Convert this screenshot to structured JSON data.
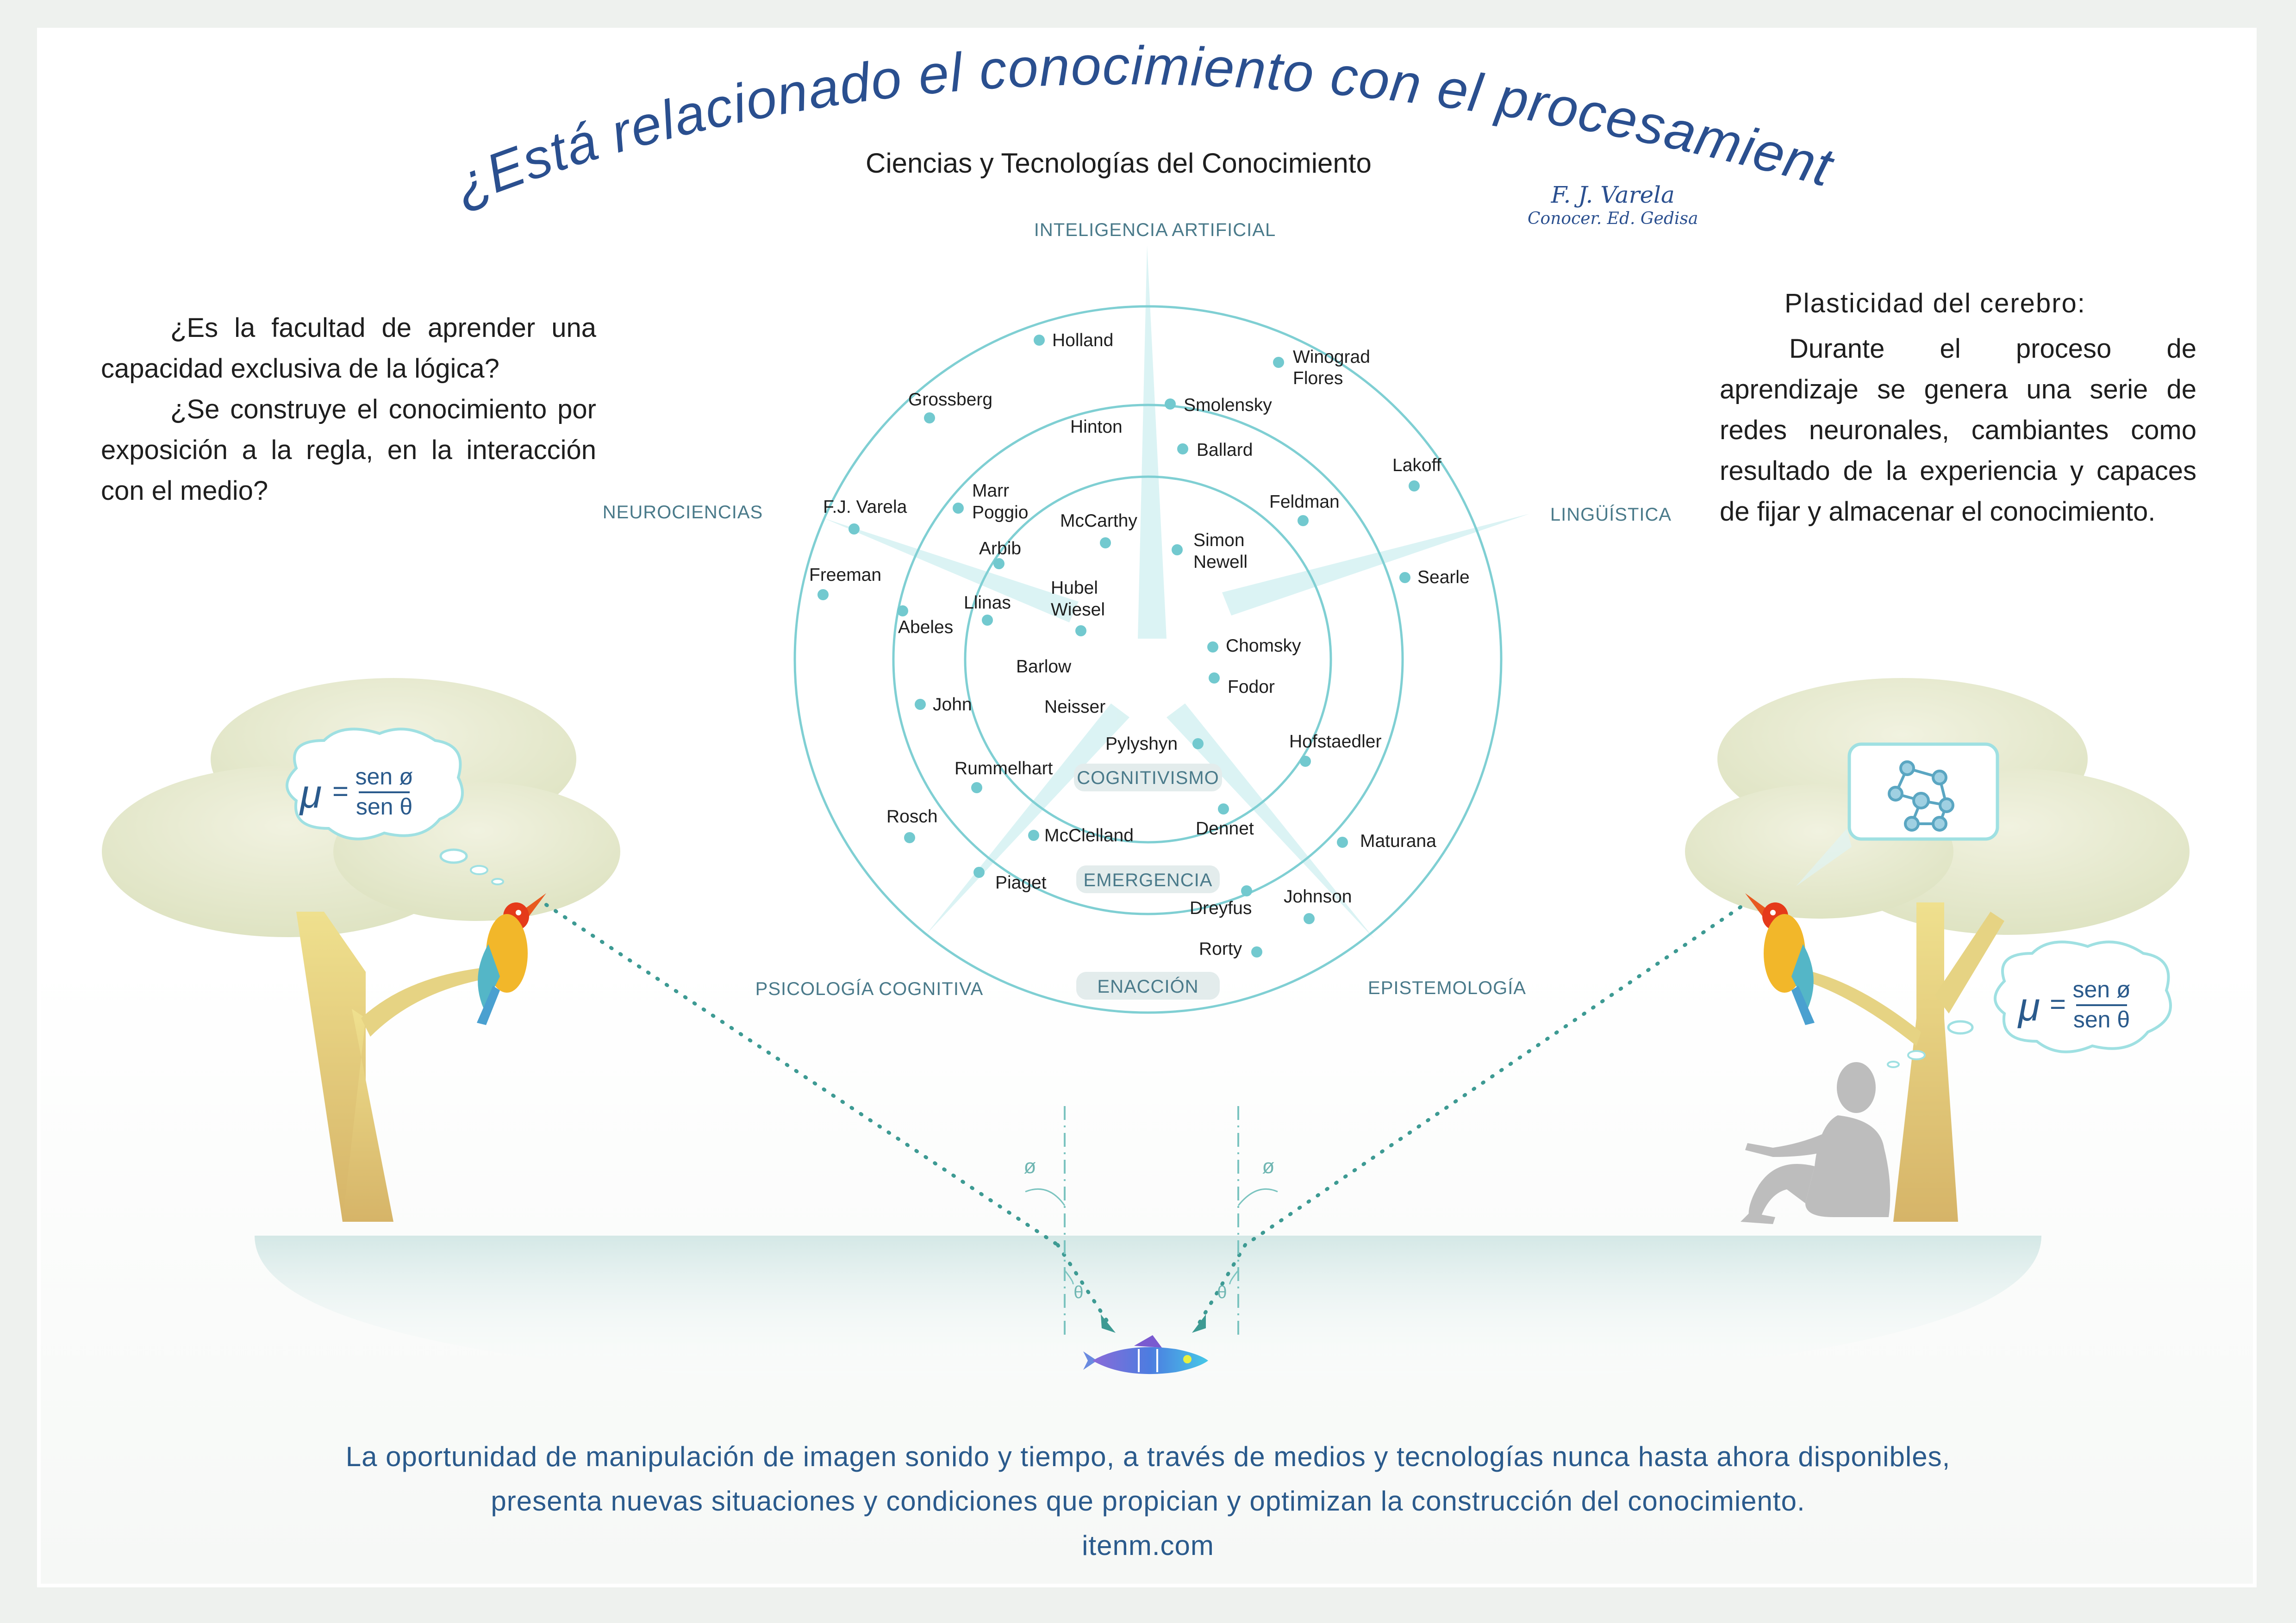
{
  "title": "¿Está relacionado el conocimiento con el procesamiento de la información?",
  "subtitle": "Ciencias y Tecnologías del Conocimiento",
  "author": {
    "name": "F. J. Varela",
    "source": "Conocer. Ed. Gedisa"
  },
  "left_text": {
    "p1": "¿Es la facultad de aprender una capacidad exclusiva de la lógica?",
    "p2": "¿Se construye el conocimiento por exposición a la regla, en la interacción con el medio?"
  },
  "right_text": {
    "title": "Plasticidad del cerebro:",
    "body": "Durante el proceso de aprendizaje se genera una serie de redes neuronales, cambiantes como resultado de la experiencia y capaces de fijar y almacenar el conocimiento."
  },
  "diagram": {
    "axes": {
      "ia": "INTELIGENCIA ARTIFICIAL",
      "neuro": "NEUROCIENCIAS",
      "ling": "LINGÜÍSTICA",
      "psico": "PSICOLOGÍA COGNITIVA",
      "episte": "EPISTEMOLOGÍA"
    },
    "rings": {
      "inner": "COGNITIVISMO",
      "middle": "EMERGENCIA",
      "outer": "ENACCIÓN"
    },
    "names": {
      "holland": "Holland",
      "winograd1": "Winograd",
      "winograd2": "Flores",
      "grossberg": "Grossberg",
      "smolensky": "Smolensky",
      "hinton": "Hinton",
      "ballard": "Ballard",
      "lakoff": "Lakoff",
      "marr1": "Marr",
      "marr2": "Poggio",
      "varela": "F.J. Varela",
      "feldman": "Feldman",
      "mccarthy": "McCarthy",
      "simon1": "Simon",
      "simon2": "Newell",
      "arbib": "Arbib",
      "freeman": "Freeman",
      "searle": "Searle",
      "hubel1": "Hubel",
      "hubel2": "Wiesel",
      "llinas": "Llinas",
      "abeles": "Abeles",
      "chomsky": "Chomsky",
      "barlow": "Barlow",
      "fodor": "Fodor",
      "neisser": "Neisser",
      "john": "John",
      "hofstaedler": "Hofstaedler",
      "pylyshyn": "Pylyshyn",
      "rummelhart": "Rummelhart",
      "rosch": "Rosch",
      "dennet": "Dennet",
      "mcclelland": "McClelland",
      "maturana": "Maturana",
      "piaget": "Piaget",
      "johnson": "Johnson",
      "dreyfus": "Dreyfus",
      "rorty": "Rorty"
    }
  },
  "formula": {
    "mu": "μ",
    "eq": "=",
    "num": "sen ø",
    "den": "sen θ"
  },
  "angles": {
    "phi": "ø",
    "theta": "θ"
  },
  "bottom": {
    "line1": "La oportunidad de manipulación de imagen sonido y tiempo, a través de medios y tecnologías nunca hasta ahora disponibles,",
    "line2": "presenta nuevas situaciones y condiciones que propician y optimizan la construcción del conocimiento.",
    "website": "itenm.com"
  },
  "colors": {
    "accent": "#7fcfd3",
    "dot": "#72c9cf",
    "title": "#2a4f8f",
    "tree": "#d8c06a",
    "cloud": "#dfe3c4",
    "bottom_text": "#2a5a8c"
  }
}
